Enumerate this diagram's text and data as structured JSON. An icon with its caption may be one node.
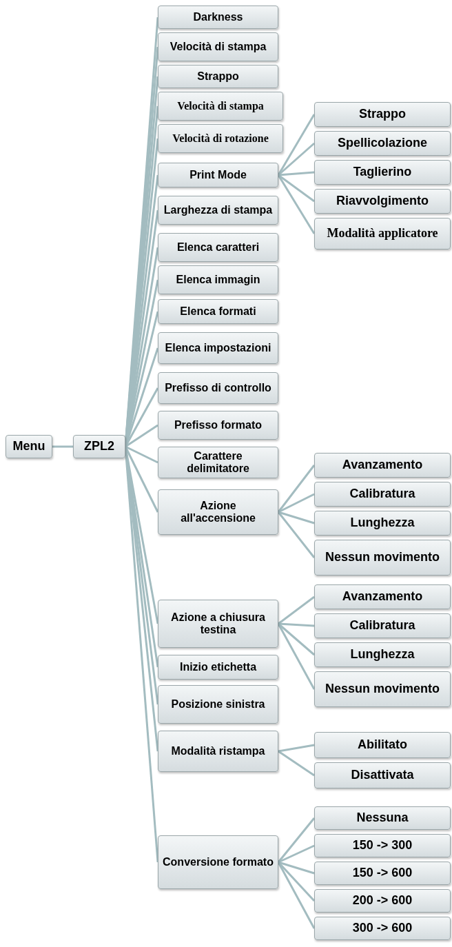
{
  "diagram": {
    "nodes": [
      {
        "text": [
          "Menu"
        ]
      },
      {
        "text": [
          "ZPL2"
        ]
      },
      {
        "text": [
          "Darkness"
        ]
      },
      {
        "text": [
          "Velocità di stampa"
        ]
      },
      {
        "text": [
          "Strappo"
        ]
      },
      {
        "text": [
          "Velocità di stampa"
        ]
      },
      {
        "text": [
          "Velocità di rotazione"
        ]
      },
      {
        "text": [
          "Print Mode"
        ]
      },
      {
        "text": [
          "Larghezza di stampa"
        ]
      },
      {
        "text": [
          "Elenca caratteri"
        ]
      },
      {
        "text": [
          "Elenca immagin"
        ]
      },
      {
        "text": [
          "Elenca formati"
        ]
      },
      {
        "text": [
          "Elenca impostazioni"
        ]
      },
      {
        "text": [
          "Prefisso di controllo"
        ]
      },
      {
        "text": [
          "Prefisso formato"
        ]
      },
      {
        "text": [
          "Carattere delimitatore"
        ]
      },
      {
        "text": [
          "Azione all'accensione"
        ]
      },
      {
        "text": [
          "Azione a chiusura testina"
        ]
      },
      {
        "text": [
          "Inizio etichetta"
        ]
      },
      {
        "text": [
          "Posizione sinistra"
        ]
      },
      {
        "text": [
          "Modalità ristampa"
        ]
      },
      {
        "text": [
          "Conversione formato"
        ]
      },
      {
        "text": [
          "Strappo"
        ]
      },
      {
        "text": [
          "Spellicolazione"
        ]
      },
      {
        "text": [
          "Taglierino"
        ]
      },
      {
        "text": [
          "Riavvolgimento"
        ]
      },
      {
        "text": [
          "Modalità applicatore"
        ]
      },
      {
        "text": [
          "Avanzamento"
        ]
      },
      {
        "text": [
          "Calibratura"
        ]
      },
      {
        "text": [
          "Lunghezza"
        ]
      },
      {
        "text": [
          "Nessun movimento"
        ]
      },
      {
        "text": [
          "Avanzamento"
        ]
      },
      {
        "text": [
          "Calibratura"
        ]
      },
      {
        "text": [
          "Lunghezza"
        ]
      },
      {
        "text": [
          "Nessun movimento"
        ]
      },
      {
        "text": [
          "Abilitato"
        ]
      },
      {
        "text": [
          "Disattivata"
        ]
      },
      {
        "text": [
          "Nessuna"
        ]
      },
      {
        "text": [
          "150 -> 300"
        ]
      },
      {
        "text": [
          "150 -> 600"
        ]
      },
      {
        "text": [
          "200 -> 600"
        ]
      },
      {
        "text": [
          "300 -> 600"
        ]
      }
    ],
    "edges": [
      {
        "from": 0,
        "to": 1,
        "arrow": "none"
      },
      {
        "from": 1,
        "to": 2,
        "arrow": "none"
      },
      {
        "from": 1,
        "to": 3,
        "arrow": "none"
      },
      {
        "from": 1,
        "to": 4,
        "arrow": "none"
      },
      {
        "from": 1,
        "to": 5,
        "arrow": "none"
      },
      {
        "from": 1,
        "to": 6,
        "arrow": "none"
      },
      {
        "from": 1,
        "to": 7,
        "arrow": "none"
      },
      {
        "from": 1,
        "to": 8,
        "arrow": "none"
      },
      {
        "from": 1,
        "to": 9,
        "arrow": "none"
      },
      {
        "from": 1,
        "to": 10,
        "arrow": "none"
      },
      {
        "from": 1,
        "to": 11,
        "arrow": "none"
      },
      {
        "from": 1,
        "to": 12,
        "arrow": "none"
      },
      {
        "from": 1,
        "to": 13,
        "arrow": "none"
      },
      {
        "from": 1,
        "to": 14,
        "arrow": "none"
      },
      {
        "from": 1,
        "to": 15,
        "arrow": "none"
      },
      {
        "from": 1,
        "to": 16,
        "arrow": "none"
      },
      {
        "from": 1,
        "to": 17,
        "arrow": "none"
      },
      {
        "from": 1,
        "to": 18,
        "arrow": "none"
      },
      {
        "from": 1,
        "to": 19,
        "arrow": "none"
      },
      {
        "from": 1,
        "to": 20,
        "arrow": "none"
      },
      {
        "from": 1,
        "to": 21,
        "arrow": "none"
      },
      {
        "from": 7,
        "to": 22,
        "arrow": "none"
      },
      {
        "from": 7,
        "to": 23,
        "arrow": "none"
      },
      {
        "from": 7,
        "to": 24,
        "arrow": "none"
      },
      {
        "from": 7,
        "to": 25,
        "arrow": "none"
      },
      {
        "from": 7,
        "to": 26,
        "arrow": "none"
      },
      {
        "from": 16,
        "to": 27,
        "arrow": "none"
      },
      {
        "from": 16,
        "to": 28,
        "arrow": "none"
      },
      {
        "from": 16,
        "to": 29,
        "arrow": "none"
      },
      {
        "from": 16,
        "to": 30,
        "arrow": "none"
      },
      {
        "from": 17,
        "to": 31,
        "arrow": "none"
      },
      {
        "from": 17,
        "to": 32,
        "arrow": "none"
      },
      {
        "from": 17,
        "to": 33,
        "arrow": "none"
      },
      {
        "from": 17,
        "to": 34,
        "arrow": "none"
      },
      {
        "from": 20,
        "to": 35,
        "arrow": "none"
      },
      {
        "from": 20,
        "to": 36,
        "arrow": "none"
      },
      {
        "from": 21,
        "to": 37,
        "arrow": "none"
      },
      {
        "from": 21,
        "to": 38,
        "arrow": "none"
      },
      {
        "from": 21,
        "to": 39,
        "arrow": "none"
      },
      {
        "from": 21,
        "to": 40,
        "arrow": "none"
      },
      {
        "from": 21,
        "to": 41,
        "arrow": "none"
      }
    ]
  }
}
